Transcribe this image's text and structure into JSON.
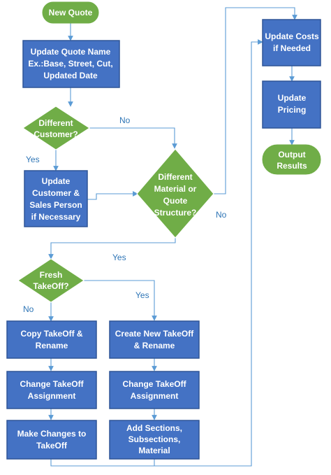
{
  "nodes": {
    "new_quote": "New Quote",
    "update_quote_name": [
      "Update Quote Name",
      "Ex.:Base, Street, Cut,",
      "Updated Date"
    ],
    "different_customer": [
      "Different",
      "Customer?"
    ],
    "update_customer": [
      "Update",
      "Customer &",
      "Sales Person",
      "if Necessary"
    ],
    "different_material": [
      "Different",
      "Material or",
      "Quote",
      "Structure?"
    ],
    "update_costs": [
      "Update Costs",
      "if Needed"
    ],
    "update_pricing": [
      "Update",
      "Pricing"
    ],
    "output_results": [
      "Output",
      "Results"
    ],
    "fresh_takeoff": [
      "Fresh",
      "TakeOff?"
    ],
    "copy_takeoff": [
      "Copy TakeOff &",
      "Rename"
    ],
    "create_takeoff": [
      "Create New TakeOff",
      "& Rename"
    ],
    "change_assignment_left": [
      "Change TakeOff",
      "Assignment"
    ],
    "change_assignment_right": [
      "Change TakeOff",
      "Assignment"
    ],
    "make_changes": [
      "Make Changes to",
      "TakeOff"
    ],
    "add_sections": [
      "Add Sections,",
      "Subsections,",
      "Material"
    ]
  },
  "edge_labels": {
    "customer_no": "No",
    "customer_yes": "Yes",
    "material_no": "No",
    "material_yes": "Yes",
    "fresh_no": "No",
    "fresh_yes": "Yes"
  },
  "colors": {
    "process": "#4472C4",
    "process_border": "#2F5597",
    "terminal": "#70AD47",
    "decision": "#70AD47",
    "connector": "#5B9BD5",
    "label": "#2E75B6"
  }
}
